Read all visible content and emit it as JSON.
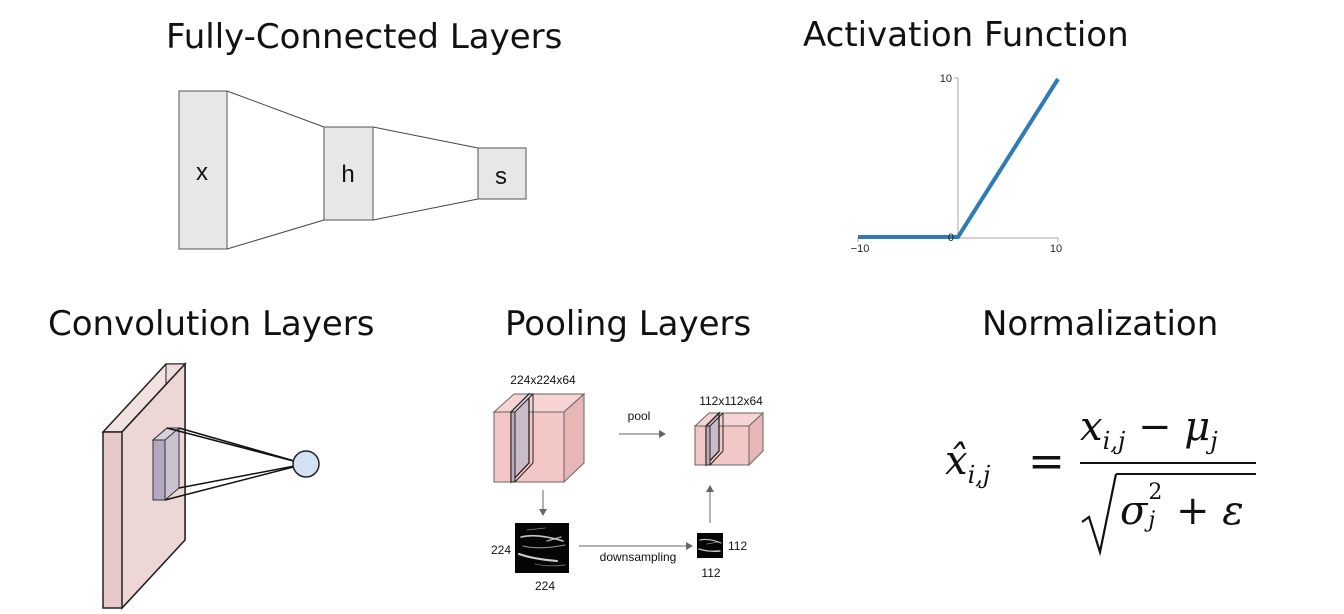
{
  "titles": {
    "fc": "Fully-Connected Layers",
    "activation": "Activation Function",
    "conv": "Convolution Layers",
    "pooling": "Pooling Layers",
    "norm": "Normalization"
  },
  "fc": {
    "layer_x": "x",
    "layer_h": "h",
    "layer_s": "s"
  },
  "activation": {
    "y_max_label": "10",
    "origin_label": "0",
    "x_min_label": "−10",
    "x_max_label": "10",
    "line_color": "#2f7bb6"
  },
  "pooling": {
    "input_dims": "224x224x64",
    "output_dims": "112x112x64",
    "pool_label": "pool",
    "downsampling_label": "downsampling",
    "input_side_left": "224",
    "input_side_bottom": "224",
    "output_side_right": "112",
    "output_side_bottom": "112",
    "cube_color": "#f4c7c7"
  },
  "conv": {
    "plane_color": "#e8c9c9",
    "neuron_color": "#d3e1f5"
  },
  "normalization": {
    "lhs": "x̂",
    "lhs_sub": "i,j",
    "equals": "=",
    "num_x": "x",
    "num_x_sub": "i,j",
    "minus": " − ",
    "num_mu": "μ",
    "num_mu_sub": "j",
    "den_sigma": "σ",
    "den_sigma_sup": "2",
    "den_sigma_sub": "j",
    "den_plus": " + ",
    "den_eps": "ε"
  }
}
